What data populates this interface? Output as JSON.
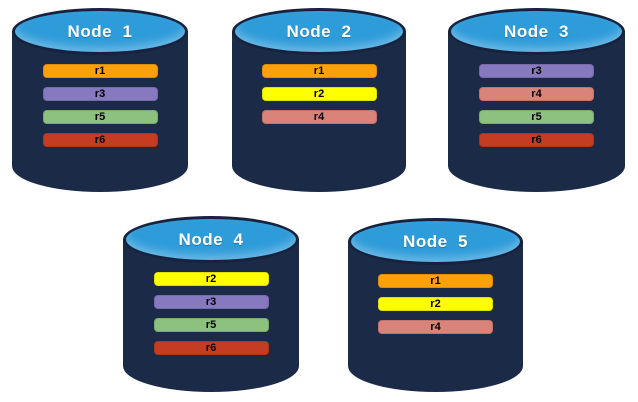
{
  "palette": {
    "background": "#ffffff",
    "cylinder_body": "#1B2A47",
    "cylinder_top_fill": "#2F9CDA",
    "cylinder_outline": "#17233E",
    "node_label_color": "#ffffff",
    "replica_label_color": "#000000"
  },
  "replica_colors": {
    "r1": "#FCA10A",
    "r2": "#FFFF00",
    "r3": "#8779BF",
    "r4": "#D9837A",
    "r5": "#8DC180",
    "r6": "#C43D22"
  },
  "nodes": [
    {
      "label": "Node  1",
      "replicas": [
        {
          "label": "r1",
          "color": "#FCA10A"
        },
        {
          "label": "r3",
          "color": "#8779BF"
        },
        {
          "label": "r5",
          "color": "#8DC180"
        },
        {
          "label": "r6",
          "color": "#C43D22"
        }
      ]
    },
    {
      "label": "Node  2",
      "replicas": [
        {
          "label": "r1",
          "color": "#FCA10A"
        },
        {
          "label": "r2",
          "color": "#FFFF00"
        },
        {
          "label": "r4",
          "color": "#D9837A"
        }
      ]
    },
    {
      "label": "Node  3",
      "replicas": [
        {
          "label": "r3",
          "color": "#8779BF"
        },
        {
          "label": "r4",
          "color": "#D9837A"
        },
        {
          "label": "r5",
          "color": "#8DC180"
        },
        {
          "label": "r6",
          "color": "#C43D22"
        }
      ]
    },
    {
      "label": "Node  4",
      "replicas": [
        {
          "label": "r2",
          "color": "#FFFF00"
        },
        {
          "label": "r3",
          "color": "#8779BF"
        },
        {
          "label": "r5",
          "color": "#8DC180"
        },
        {
          "label": "r6",
          "color": "#C43D22"
        }
      ]
    },
    {
      "label": "Node  5",
      "replicas": [
        {
          "label": "r1",
          "color": "#FCA10A"
        },
        {
          "label": "r2",
          "color": "#FFFF00"
        },
        {
          "label": "r4",
          "color": "#D9837A"
        }
      ]
    }
  ]
}
